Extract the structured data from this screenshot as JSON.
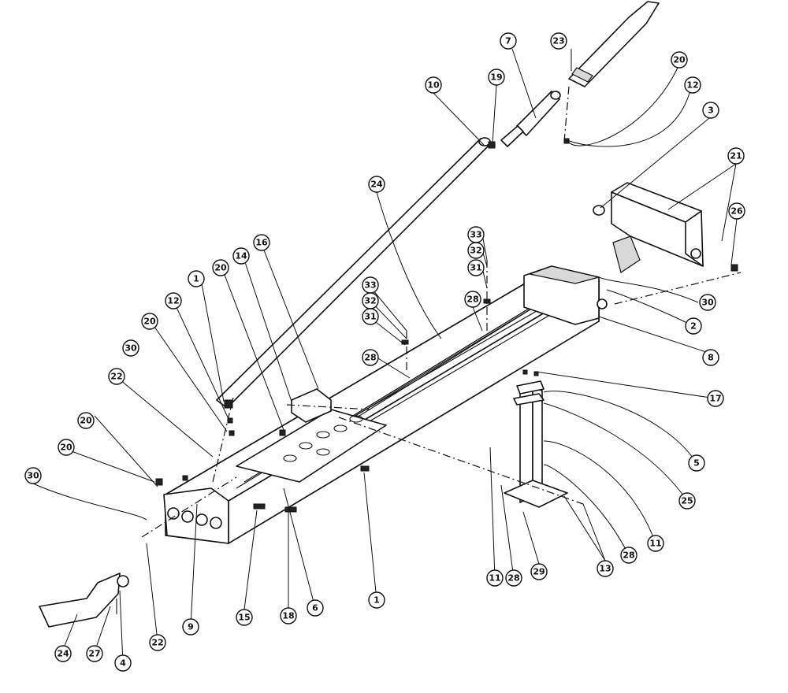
{
  "callouts": [
    "23",
    "7",
    "20",
    "19",
    "12",
    "10",
    "3",
    "21",
    "26",
    "24",
    "33",
    "32",
    "31",
    "30",
    "2",
    "8",
    "28",
    "16",
    "14",
    "1",
    "22",
    "17",
    "5",
    "25",
    "6",
    "9",
    "15",
    "18",
    "4",
    "27",
    "29",
    "13",
    "11"
  ]
}
